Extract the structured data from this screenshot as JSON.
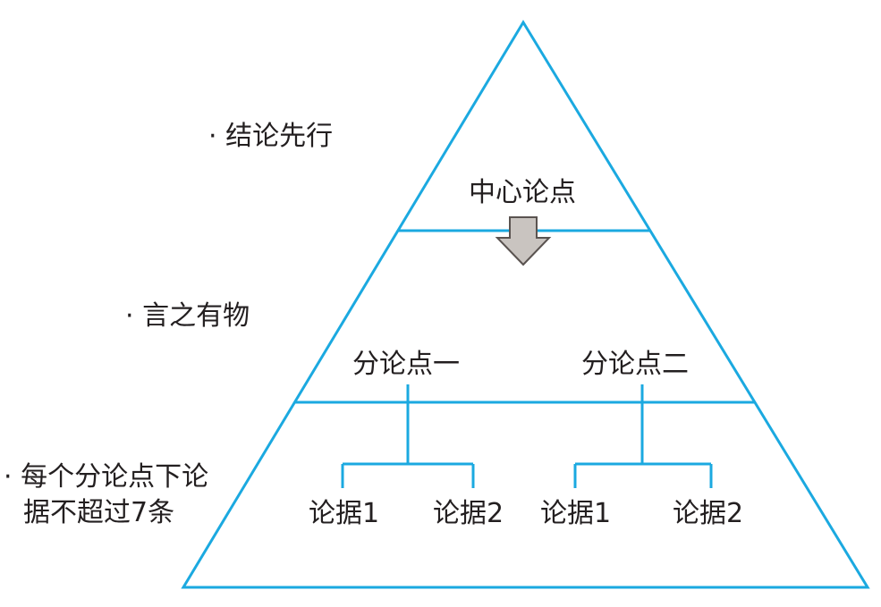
{
  "colors": {
    "line": "#1ba9e0",
    "arrow_fill": "#c9c4c0",
    "arrow_stroke": "#5a5350",
    "text": "#231f20"
  },
  "notes": {
    "top": "· 结论先行",
    "middle": "· 言之有物",
    "bottom_line1": "· 每个分论点下论",
    "bottom_line2": "据不超过7条"
  },
  "pyramid": {
    "center": "中心论点",
    "sub1": "分论点一",
    "sub2": "分论点二",
    "ev1a": "论据1",
    "ev1b": "论据2",
    "ev2a": "论据1",
    "ev2b": "论据2"
  },
  "icons": {
    "arrow": "down-arrow-icon"
  }
}
